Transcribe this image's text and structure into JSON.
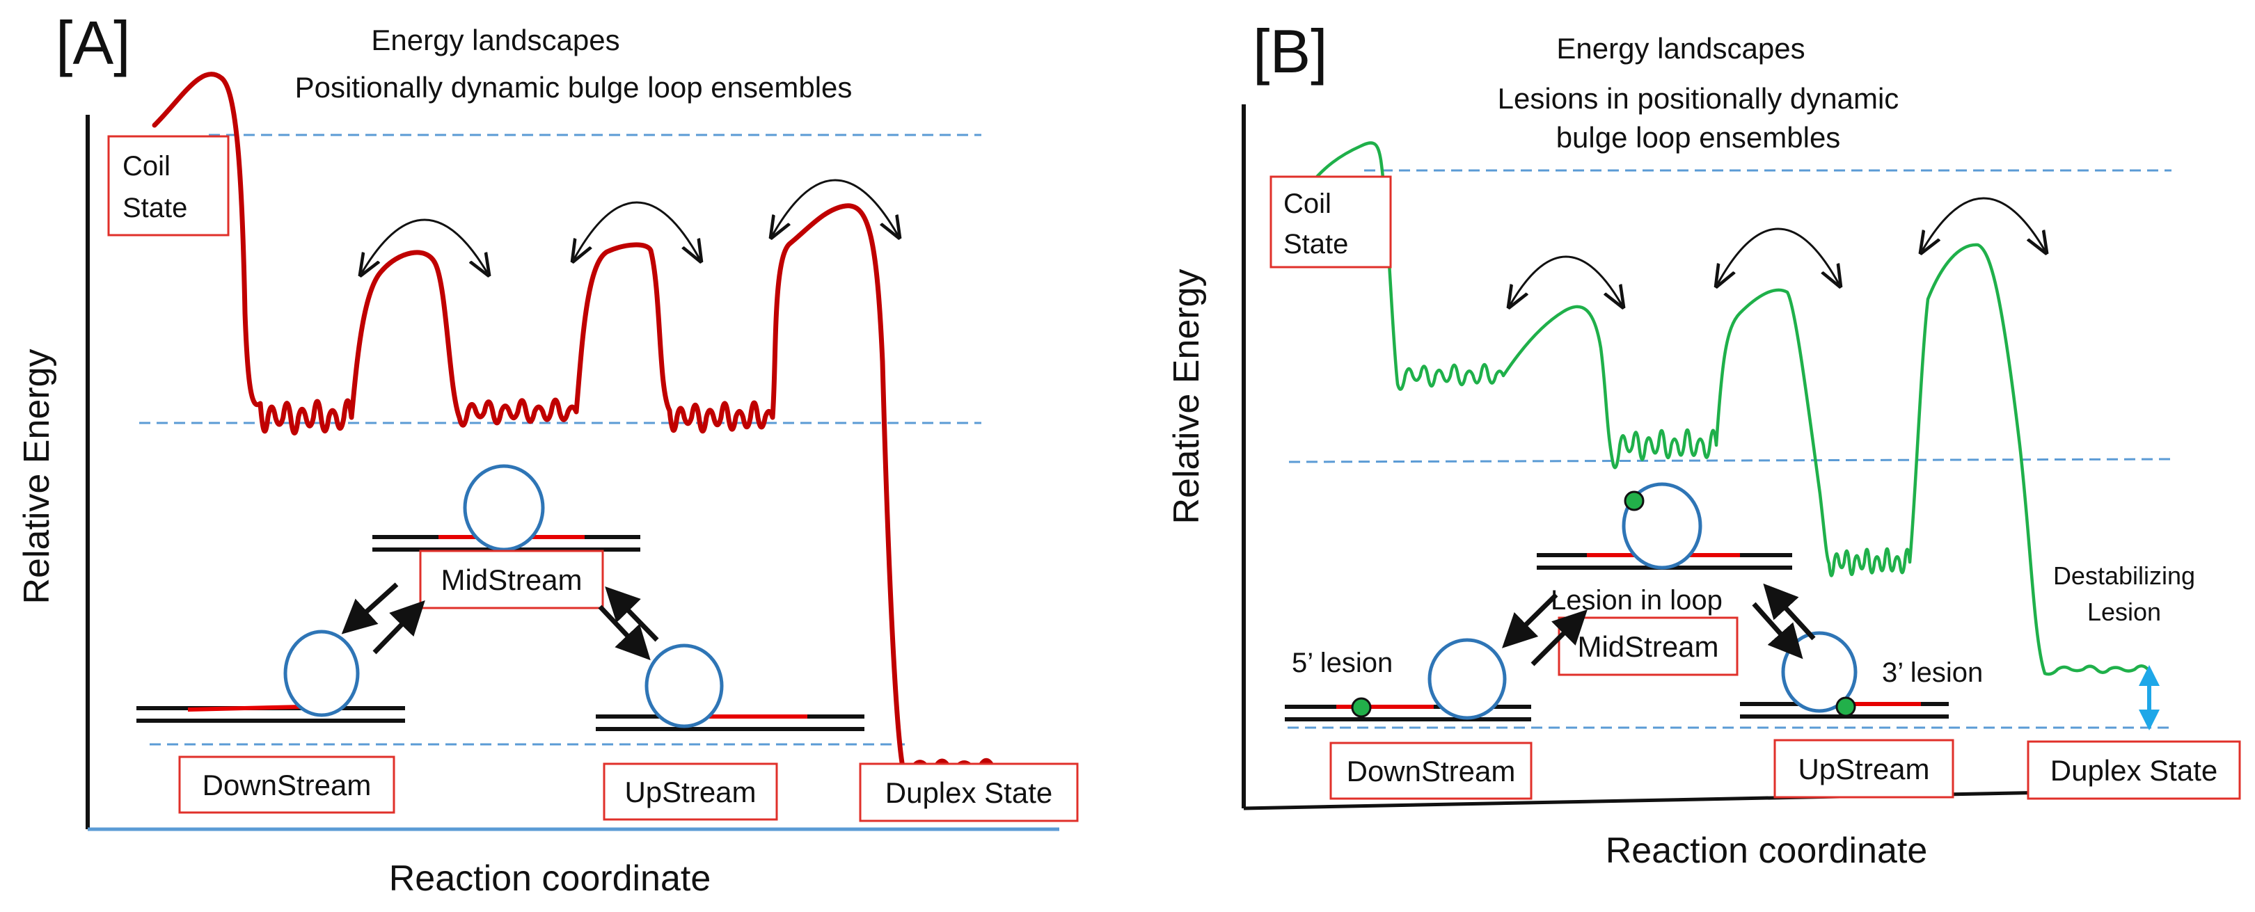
{
  "panel_a": {
    "panel_label": "[A]",
    "title_line1": "Energy landscapes",
    "title_line2": "Positionally dynamic bulge loop ensembles",
    "y_axis_label": "Relative  Energy",
    "x_axis_label": "Reaction coordinate",
    "coil_state_line1": "Coil",
    "coil_state_line2": "State",
    "midstream_label": "MidStream",
    "downstream_label": "DownStream",
    "upstream_label": "UpStream",
    "duplex_state_label": "Duplex  State"
  },
  "panel_b": {
    "panel_label": "[B]",
    "title_line1": "Energy landscapes",
    "title_line2": "Lesions in positionally dynamic",
    "title_line3": "bulge loop ensembles",
    "y_axis_label": "Relative Energy",
    "x_axis_label": "Reaction coordinate",
    "coil_state_line1": "Coil",
    "coil_state_line2": "State",
    "lesion_in_loop": "Lesion in loop",
    "midstream_label": "MidStream",
    "five_prime_lesion": "5’ lesion",
    "three_prime_lesion": "3’ lesion",
    "downstream_label": "DownStream",
    "upstream_label": "UpStream",
    "destabilizing_line1": "Destabilizing",
    "destabilizing_line2": "Lesion",
    "duplex_state_label": "Duplex  State"
  },
  "colors": {
    "curve_a": "#c00000",
    "curve_b": "#1fb04a",
    "loop": "#2e75b6",
    "label_box": "#e0302a",
    "guide_dash": "#5b9bd5",
    "lesion": "#22b04a",
    "energy_arrow": "#1ea7e8"
  }
}
